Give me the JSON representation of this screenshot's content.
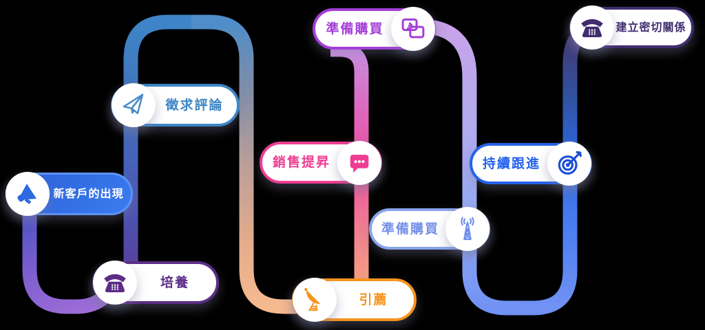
{
  "diagram": {
    "type": "customer-journey-path",
    "background": "#000000",
    "path_segments": [
      {
        "name": "start-to-nurture-u-turn",
        "colors": [
          "#4350c4",
          "#7b5ece",
          "#9f6ed8"
        ]
      },
      {
        "name": "nurture-up-arch-left",
        "colors": [
          "#5c3a98",
          "#4b55b2",
          "#4173bc",
          "#3e85c8"
        ]
      },
      {
        "name": "arch-right-down-to-referral",
        "colors": [
          "#4e8dc9",
          "#7b8dab",
          "#bb9f99",
          "#e2ab8b",
          "#f5ba8f"
        ]
      },
      {
        "name": "referral-up-to-ready-to-buy-top",
        "colors": [
          "#f5a57f",
          "#f07b92",
          "#ee4f9f",
          "#dd68bd",
          "#c98fe2"
        ]
      },
      {
        "name": "ready-to-buy-down-right-u",
        "colors": [
          "#c9a2e8",
          "#b2abee",
          "#95a9f2",
          "#7192f4"
        ]
      },
      {
        "name": "u-up-to-close-relationship",
        "colors": [
          "#7192f4",
          "#4a7ef0",
          "#2d68e0",
          "#31519e",
          "#453671"
        ]
      }
    ]
  },
  "steps": [
    {
      "label": "新客戶的出現",
      "icon": "megaphone-icon",
      "accent": "#2e6be4",
      "text_color": "#ffffff",
      "circle_side": "left",
      "pill_style": "blue-filled"
    },
    {
      "label": "培養",
      "icon": "phone-icon",
      "accent": "#5b2d86",
      "circle_side": "left",
      "pill_style": "white"
    },
    {
      "label": "徵求評論",
      "icon": "paper-plane-icon",
      "accent": "#3d85c6",
      "circle_side": "left",
      "pill_style": "white"
    },
    {
      "label": "引薦",
      "icon": "satellite-dish-icon",
      "accent": "#f5941e",
      "circle_side": "left",
      "pill_style": "white"
    },
    {
      "label": "銷售提昇",
      "icon": "chat-bubble-icon",
      "accent": "#ee3d92",
      "circle_side": "right",
      "pill_style": "white"
    },
    {
      "label": "準備購買",
      "icon": "cast-devices-icon",
      "accent": "#a33fd6",
      "circle_side": "right",
      "pill_style": "white"
    },
    {
      "label": "準備購買",
      "icon": "radio-tower-icon",
      "accent": "#8aa4ec",
      "text_color": "#7490ea",
      "circle_side": "right",
      "pill_style": "white"
    },
    {
      "label": "持續跟進",
      "icon": "target-dart-icon",
      "accent": "#2563eb",
      "circle_side": "right",
      "pill_style": "white"
    },
    {
      "label": "建立密切關係",
      "icon": "phone-icon",
      "accent": "#3f2d6e",
      "circle_side": "left",
      "pill_style": "white"
    }
  ]
}
